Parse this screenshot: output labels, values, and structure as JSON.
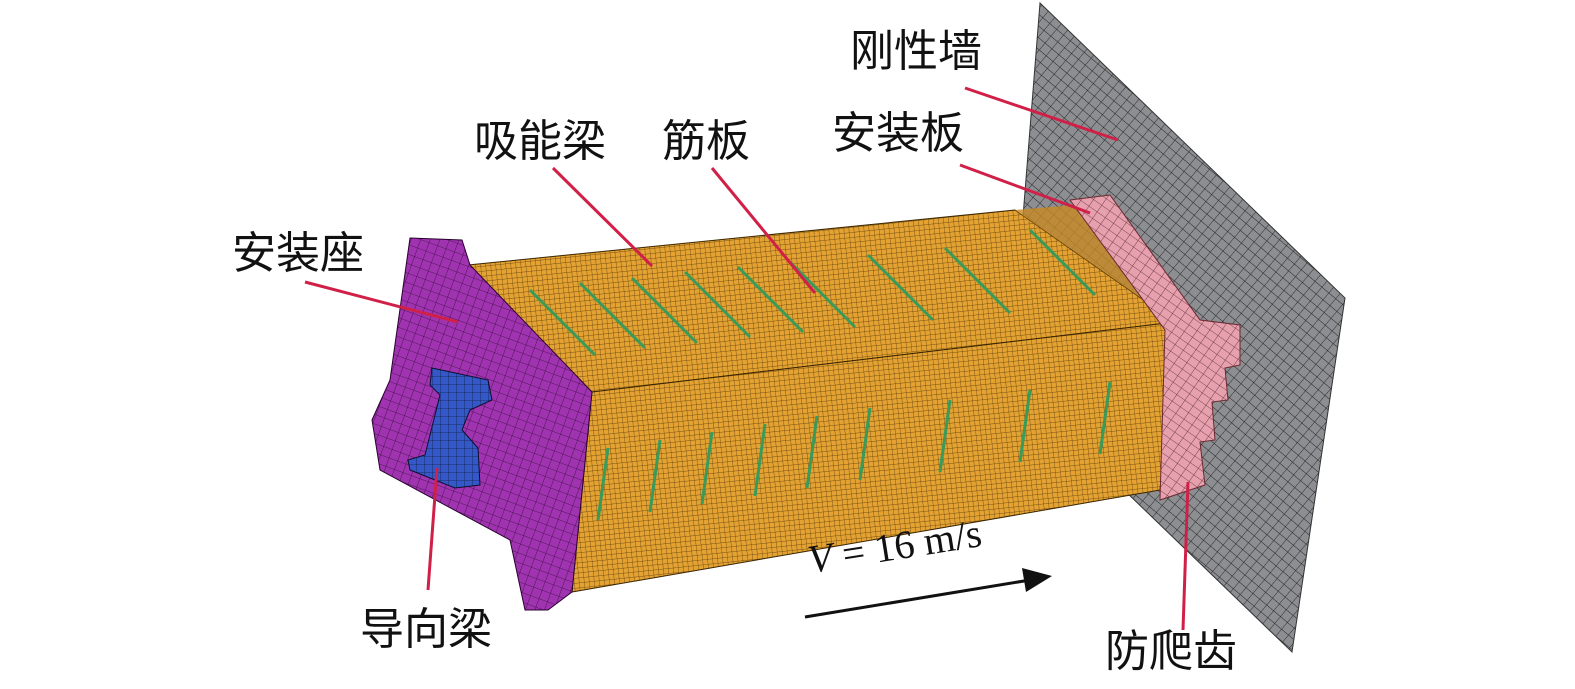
{
  "labels": {
    "rigid_wall": "刚性墙",
    "mounting_plate": "安装板",
    "energy_absorbing_beam": "吸能梁",
    "rib_plate": "筋板",
    "mounting_seat": "安装座",
    "guide_beam": "导向梁",
    "anti_climber": "防爬齿"
  },
  "velocity": {
    "symbol": "V",
    "text": " = 16 m/s"
  },
  "colors": {
    "wall": "#8a8c90",
    "beam": "#e0a030",
    "seat": "#9a30a8",
    "guide": "#3050c0",
    "plate": "#e49aa8",
    "rib": "#3a9a5a",
    "leader": "#d02048"
  }
}
